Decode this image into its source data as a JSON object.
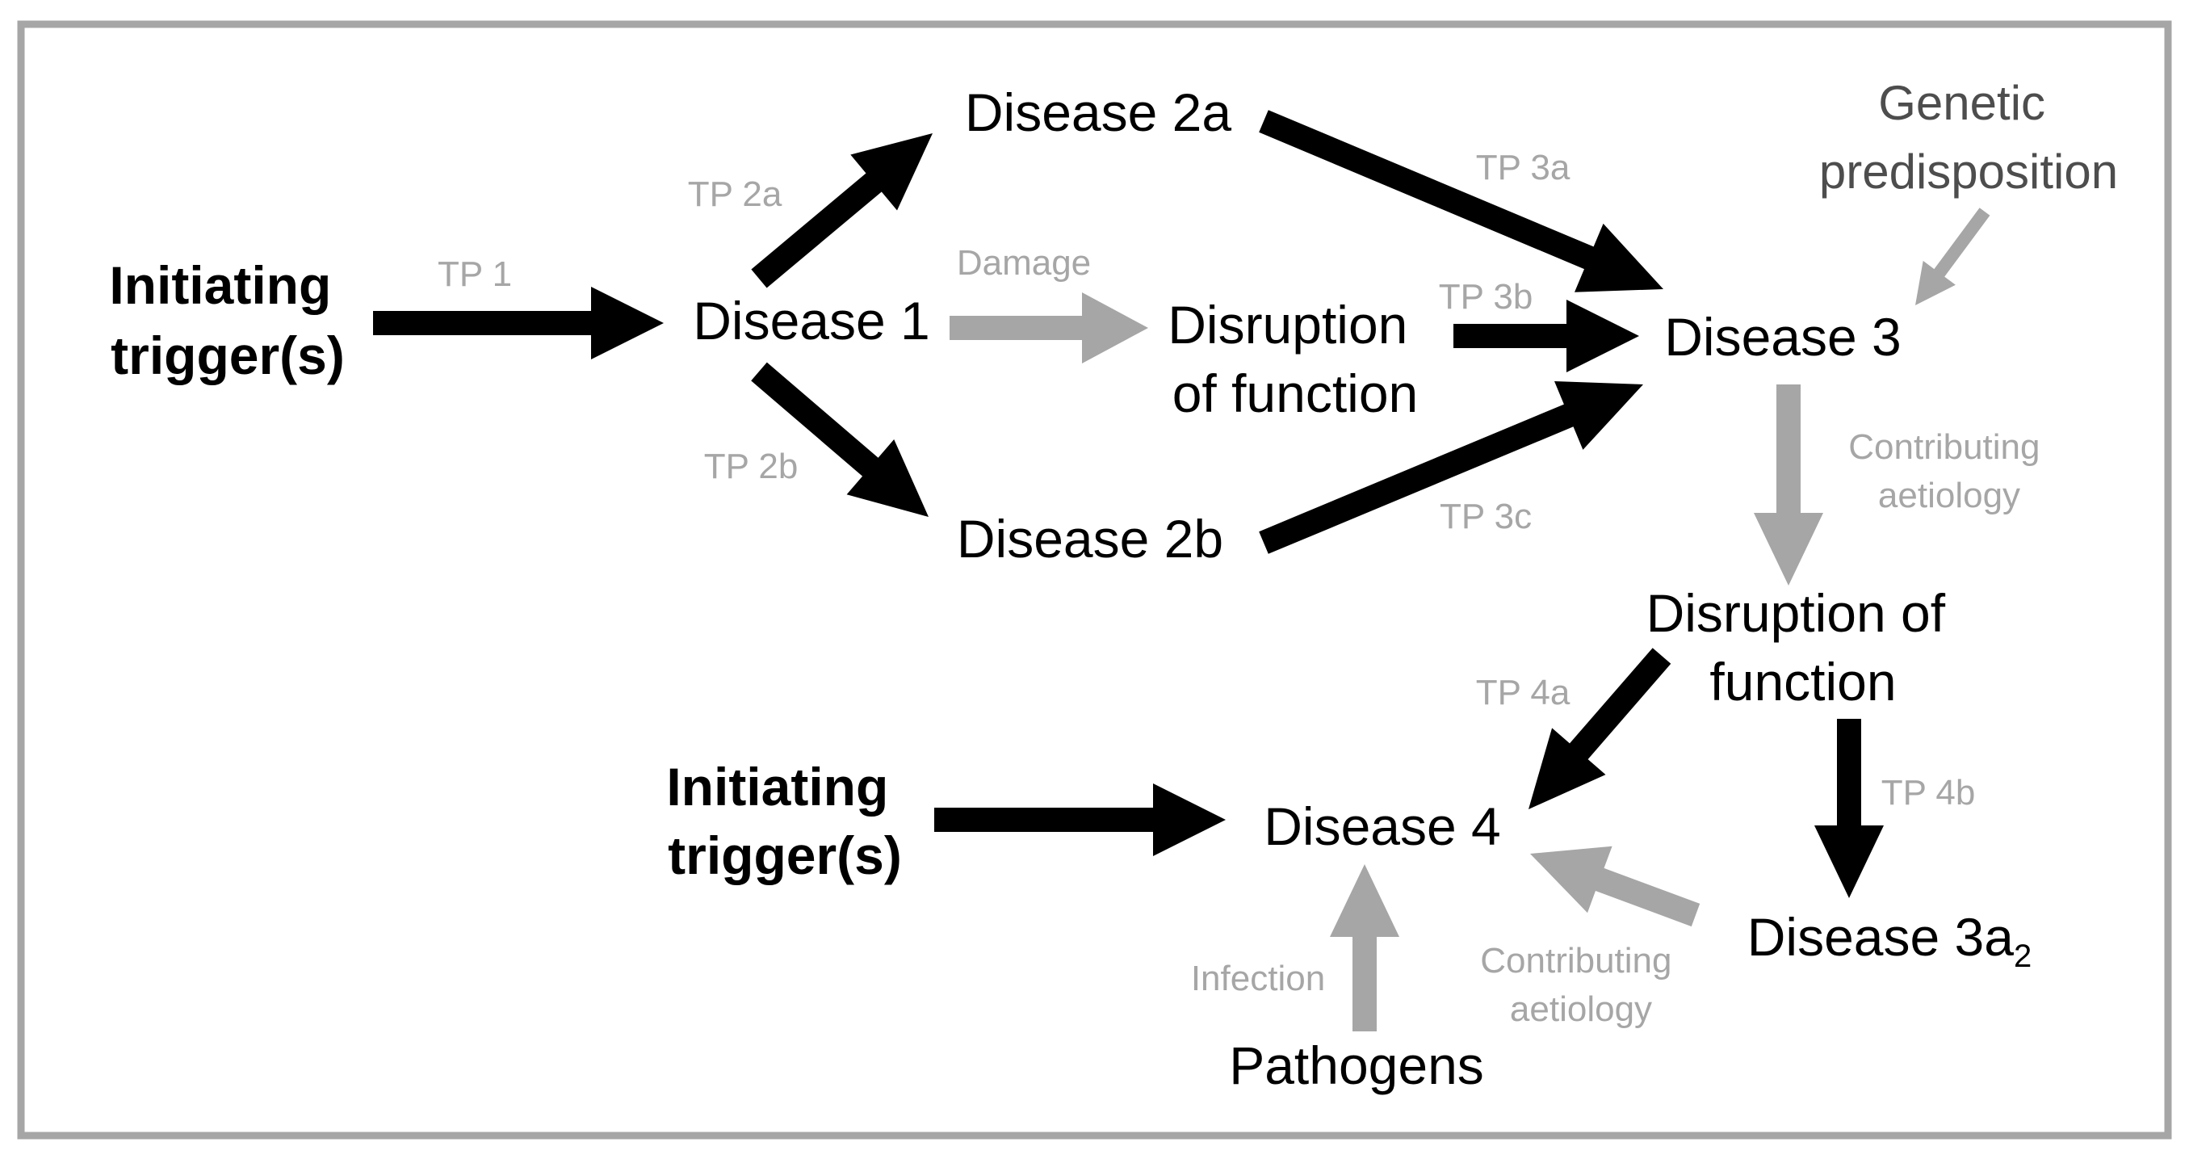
{
  "colors": {
    "primary_arrow": "#000000",
    "secondary_arrow": "#a6a6a6",
    "border": "#a6a6a6",
    "label": "#a6a6a6"
  },
  "nodes": {
    "initiating_trigger_top": [
      "Initiating",
      "trigger(s)"
    ],
    "disease_1": "Disease 1",
    "disease_2a": "Disease 2a",
    "disease_2b": "Disease 2b",
    "disruption_top": [
      "Disruption",
      "of function"
    ],
    "disease_3": "Disease 3",
    "genetic_predisposition": [
      "Genetic",
      "predisposition"
    ],
    "disruption_bottom": [
      "Disruption of",
      "function"
    ],
    "initiating_trigger_bottom": [
      "Initiating",
      "trigger(s)"
    ],
    "disease_4": "Disease 4",
    "disease_3a2": {
      "text": "Disease 3a",
      "subscript": "2"
    },
    "pathogens": "Pathogens"
  },
  "labels": {
    "tp1": "TP 1",
    "tp2a": "TP 2a",
    "tp2b": "TP 2b",
    "damage": "Damage",
    "tp3a": "TP 3a",
    "tp3b": "TP 3b",
    "tp3c": "TP 3c",
    "contributing_top": [
      "Contributing",
      "aetiology"
    ],
    "tp4a": "TP 4a",
    "tp4b": "TP 4b",
    "infection": "Infection",
    "contributing_bottom": [
      "Contributing",
      "aetiology"
    ]
  }
}
